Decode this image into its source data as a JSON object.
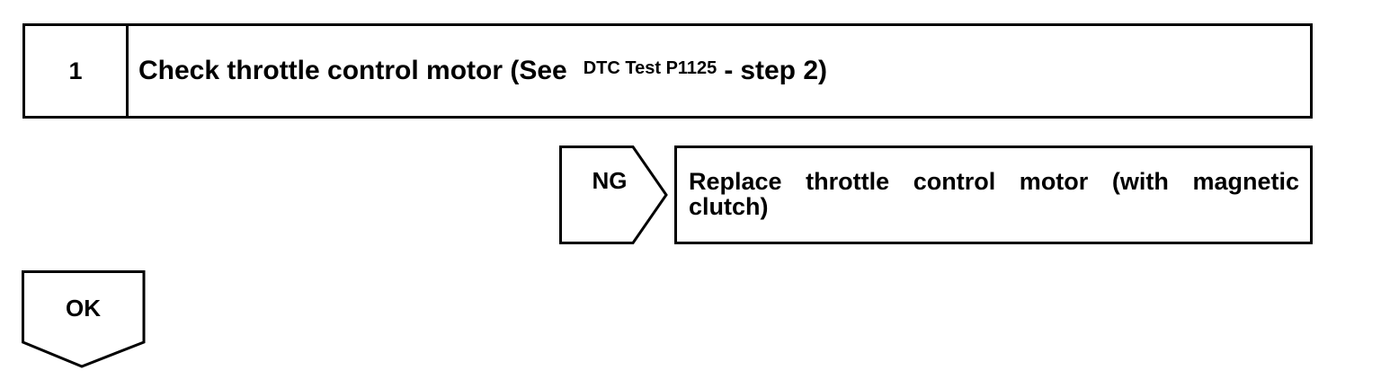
{
  "step": {
    "number": "1",
    "title_main": "Check throttle control motor (See",
    "title_ref": "DTC Test P1125",
    "title_dash": "-",
    "title_tail": "step 2)"
  },
  "ng_branch": {
    "label": "NG",
    "action": "Replace throttle control motor (with magnetic clutch)"
  },
  "ok_branch": {
    "label": "OK"
  }
}
